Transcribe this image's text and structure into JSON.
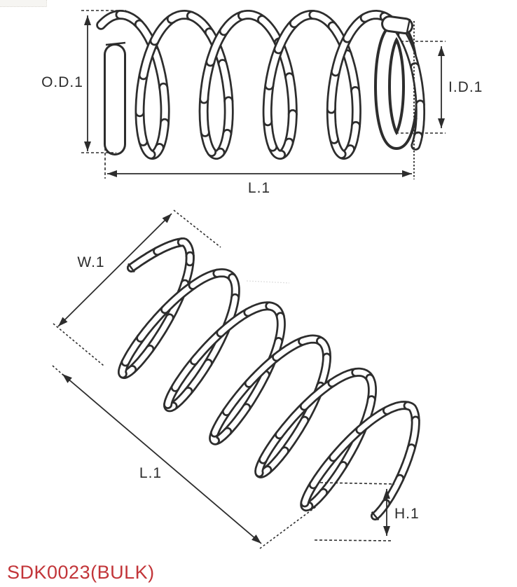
{
  "drawing": {
    "type": "coil-spring technical drawing, two views",
    "ink_color": "#2d2d2d",
    "background": "#ffffff",
    "labels": {
      "od1": "O.D.1",
      "id1": "I.D.1",
      "l1_side": "L.1",
      "w1": "W.1",
      "l1_iso": "L.1",
      "h1": "H.1"
    },
    "part_number": {
      "text": "SDK0023(BULK)",
      "color": "#c23539"
    }
  }
}
